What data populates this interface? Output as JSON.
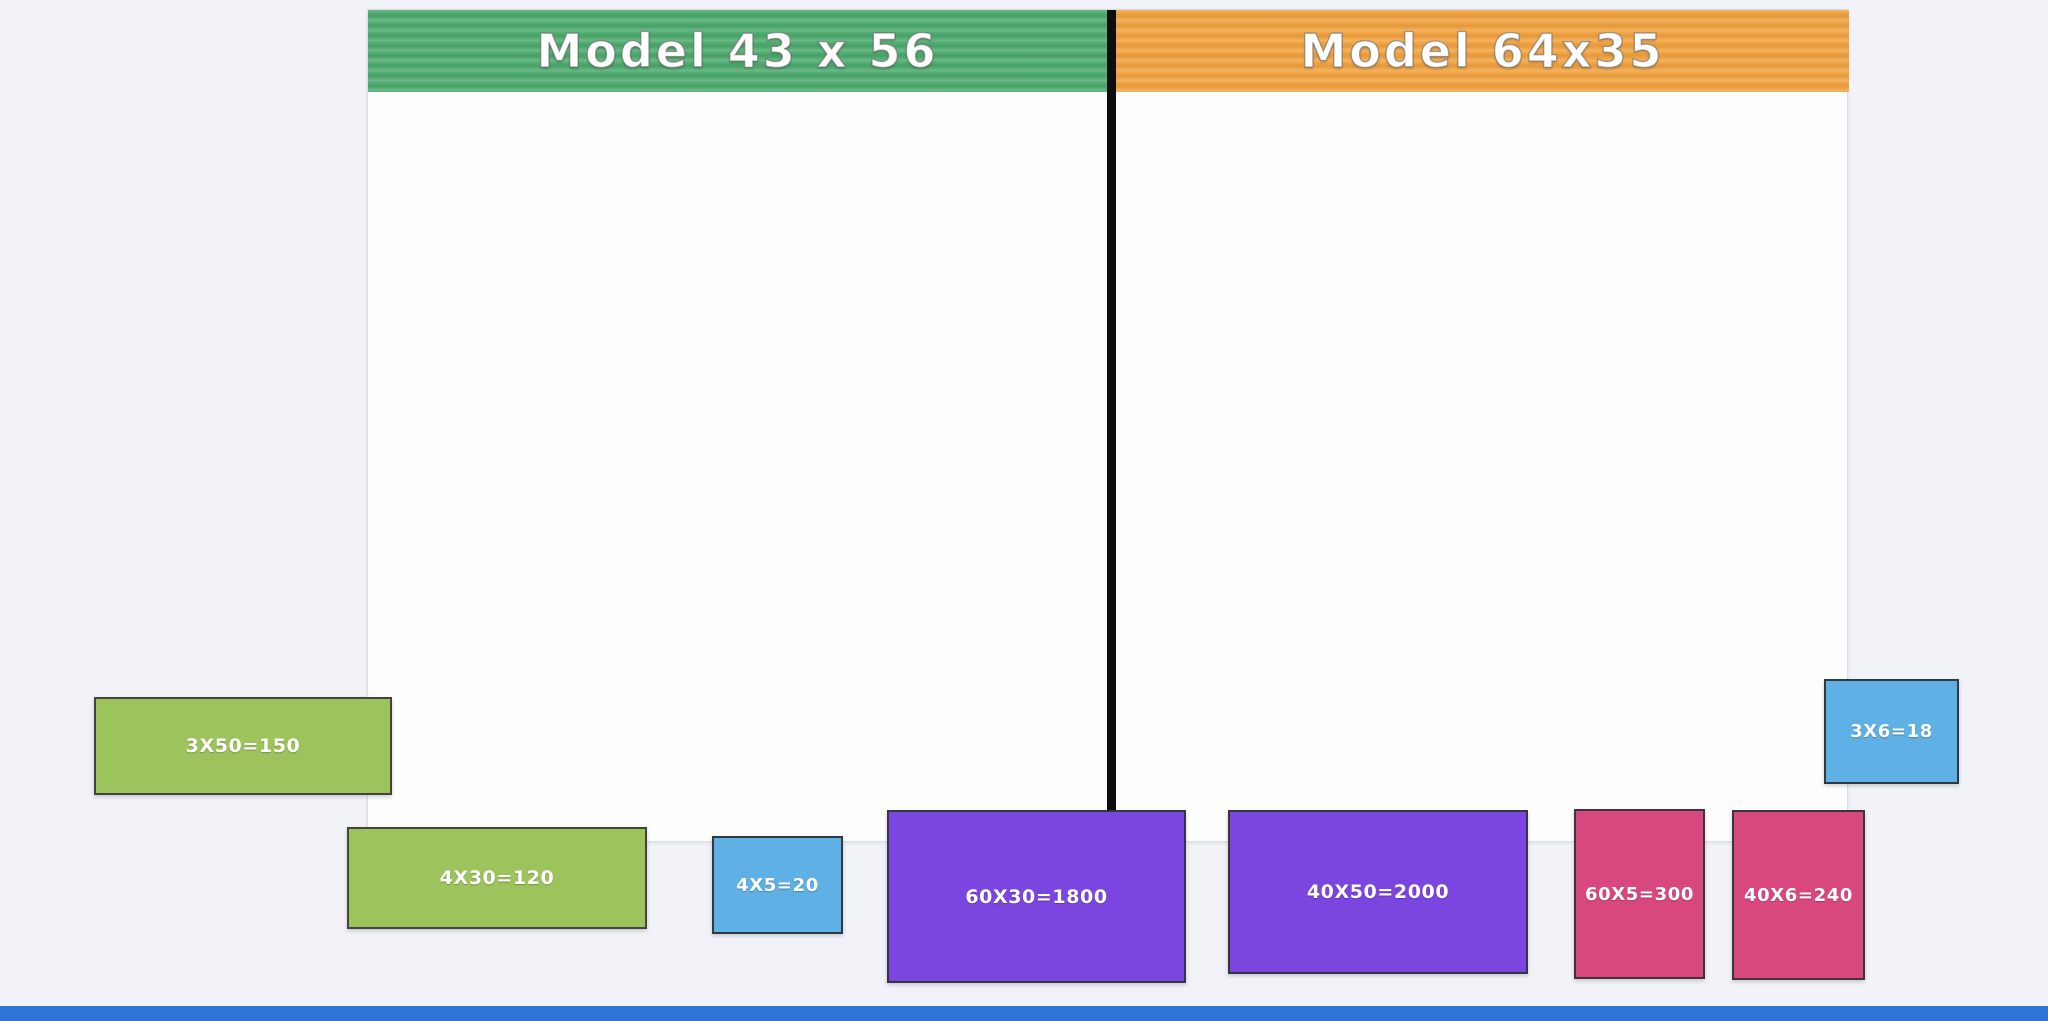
{
  "page": {
    "background_color": "#f1f3f8",
    "bottom_bar_color": "#2f73d4"
  },
  "board": {
    "divider_color": "#0e0e0e",
    "panel_color": "#fdfdfd",
    "panels": [
      {
        "title": "Model 43 x 56",
        "header_color": "#4caa6d"
      },
      {
        "title": "Model 64x35",
        "header_color": "#f1a23e"
      }
    ]
  },
  "tiles": [
    {
      "label": "3X50=150",
      "color": "#9dc35d",
      "border_color": "#44443e"
    },
    {
      "label": "4X30=120",
      "color": "#9dc35d",
      "border_color": "#44443e"
    },
    {
      "label": "4X5=20",
      "color": "#5fb0e5",
      "border_color": "#2e3a42"
    },
    {
      "label": "60X30=1800",
      "color": "#7b46e0",
      "border_color": "#3a3342"
    },
    {
      "label": "40X50=2000",
      "color": "#7b46e0",
      "border_color": "#3a3342"
    },
    {
      "label": "60X5=300",
      "color": "#d8487e",
      "border_color": "#42323a"
    },
    {
      "label": "40X6=240",
      "color": "#d8487e",
      "border_color": "#42323a"
    },
    {
      "label": "3X6=18",
      "color": "#5fb0e5",
      "border_color": "#2e3a42"
    }
  ]
}
